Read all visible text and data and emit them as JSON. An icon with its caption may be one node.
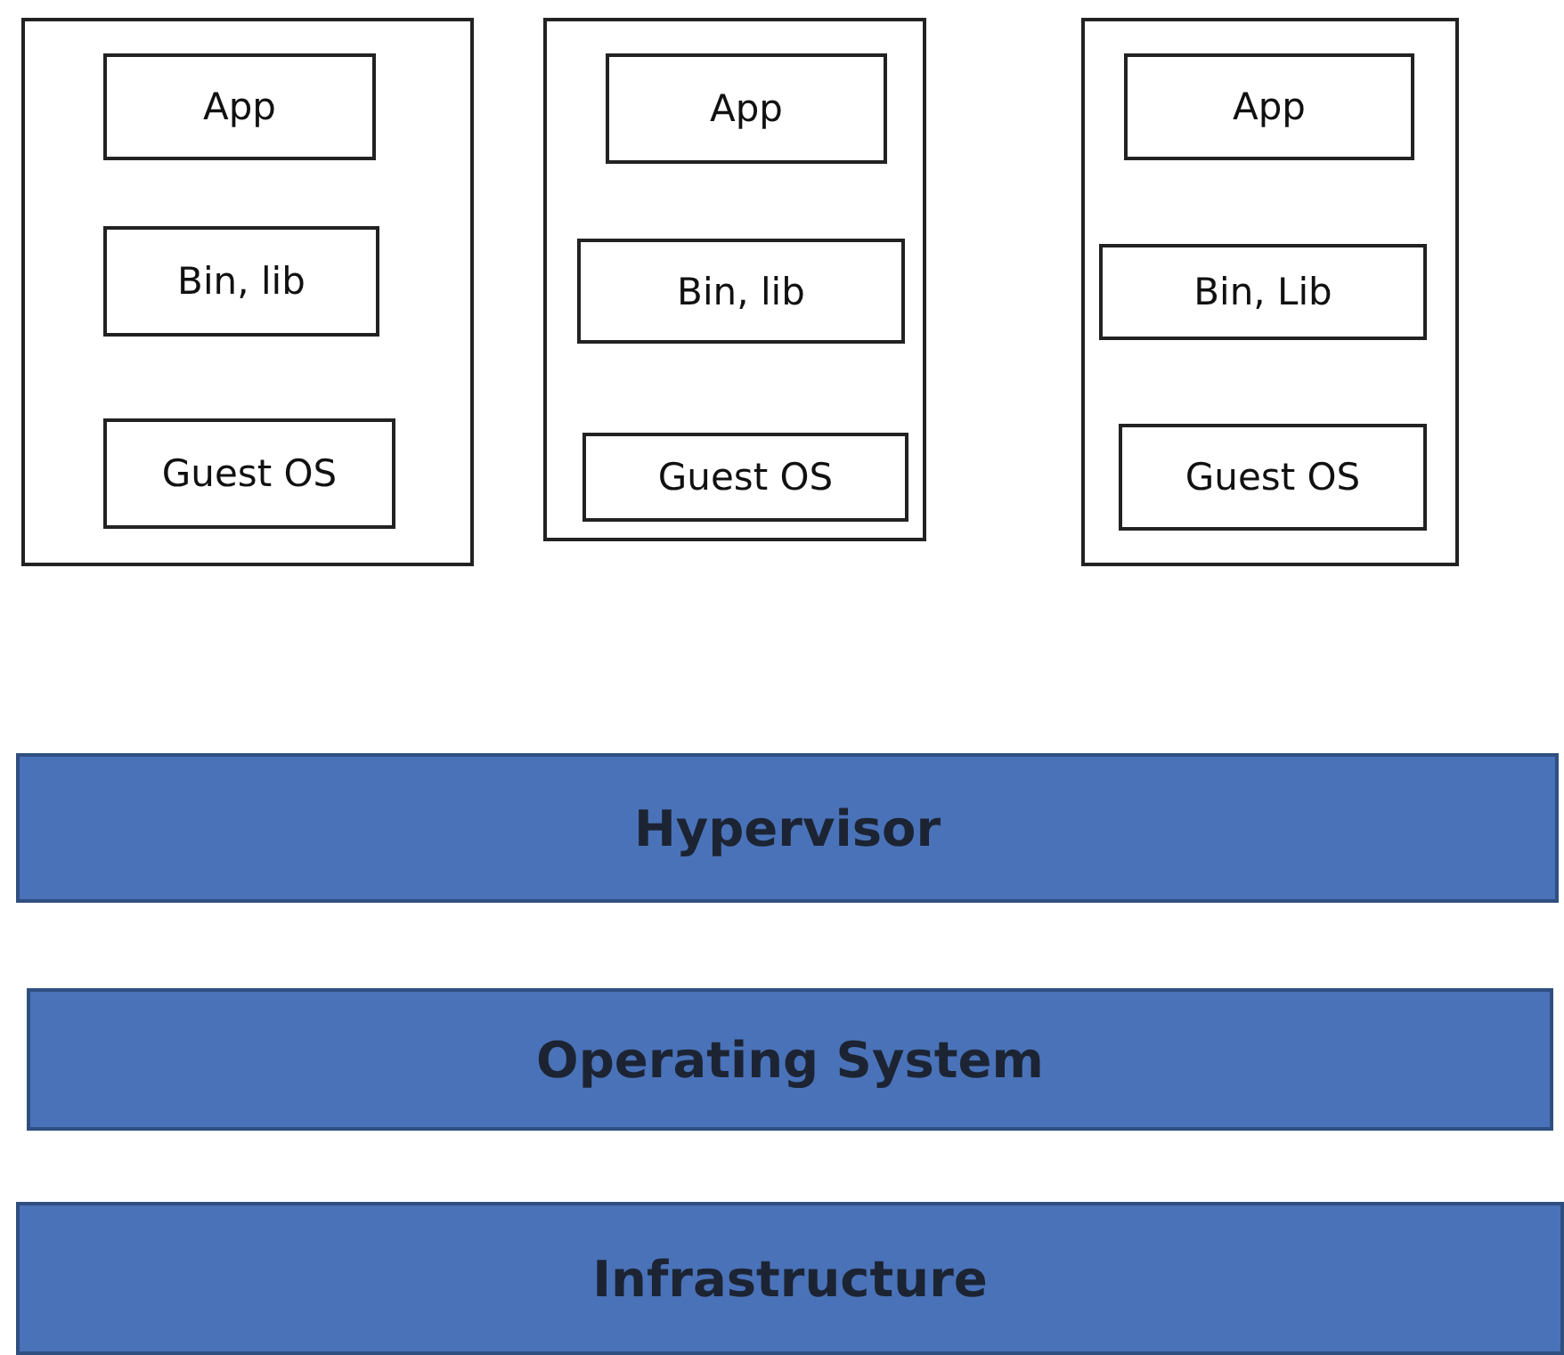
{
  "diagram": {
    "nodes": [
      {
        "text": [],
        "shape": "box"
      },
      {
        "text": [
          "App"
        ],
        "in": 0
      },
      {
        "text": [
          "Bin, lib"
        ],
        "in": 0
      },
      {
        "text": [
          "Guest OS"
        ],
        "in": 0
      },
      {
        "text": [],
        "shape": "box"
      },
      {
        "text": [
          "App"
        ],
        "in": 4
      },
      {
        "text": [
          "Bin, lib"
        ],
        "in": 4
      },
      {
        "text": [
          "Guest OS"
        ],
        "in": 4
      },
      {
        "text": [],
        "shape": "box"
      },
      {
        "text": [
          "App"
        ],
        "in": 8
      },
      {
        "text": [
          "Bin, Lib"
        ],
        "in": 8
      },
      {
        "text": [
          "Guest OS"
        ],
        "in": 8
      },
      {
        "text": [
          "Hypervisor"
        ]
      },
      {
        "text": [
          "Operating System"
        ]
      },
      {
        "text": [
          "Infrastructure"
        ]
      }
    ],
    "edges": []
  }
}
